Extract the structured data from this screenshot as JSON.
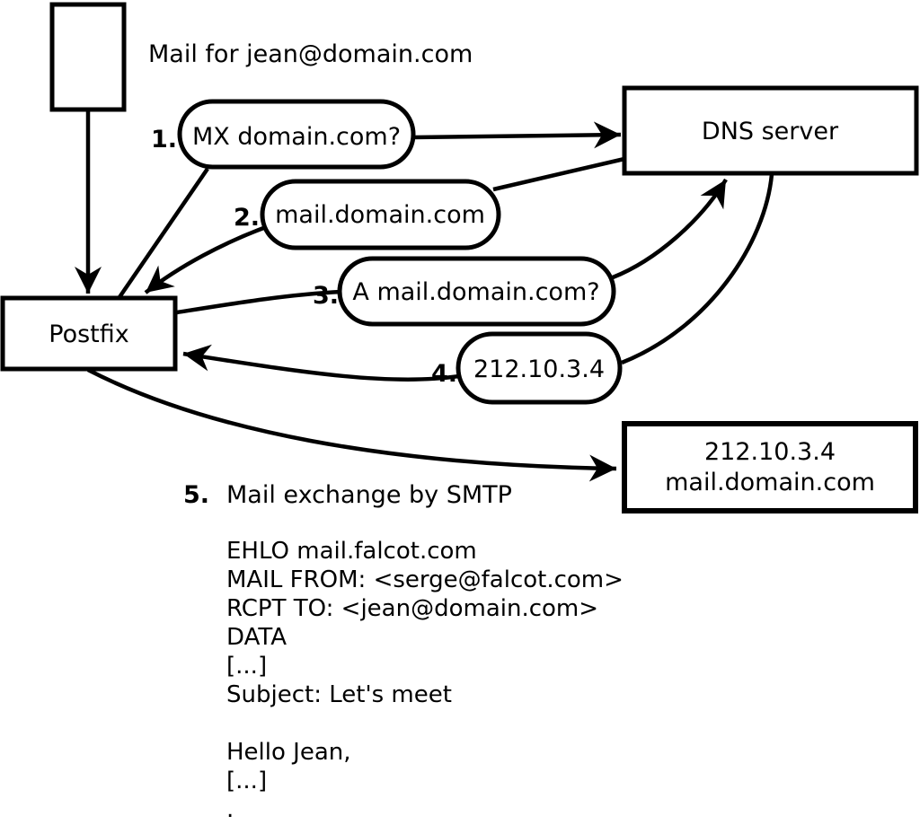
{
  "note": "Mail for jean@domain.com",
  "nodes": {
    "postfix": "Postfix",
    "dns": "DNS server",
    "mailserver_line1": "212.10.3.4",
    "mailserver_line2": "mail.domain.com"
  },
  "steps": [
    {
      "num": "1.",
      "label": "MX domain.com?"
    },
    {
      "num": "2.",
      "label": "mail.domain.com"
    },
    {
      "num": "3.",
      "label": "A mail.domain.com?"
    },
    {
      "num": "4.",
      "label": "212.10.3.4"
    },
    {
      "num": "5.",
      "label": "Mail exchange by SMTP"
    }
  ],
  "smtp_transcript": [
    "EHLO mail.falcot.com",
    "MAIL FROM: <serge@falcot.com>",
    "RCPT TO: <jean@domain.com>",
    "DATA",
    "[...]",
    "Subject: Let's meet",
    "",
    "Hello Jean,",
    "[...]",
    "."
  ],
  "colors": {
    "stroke": "#000000",
    "background": "#ffffff"
  }
}
